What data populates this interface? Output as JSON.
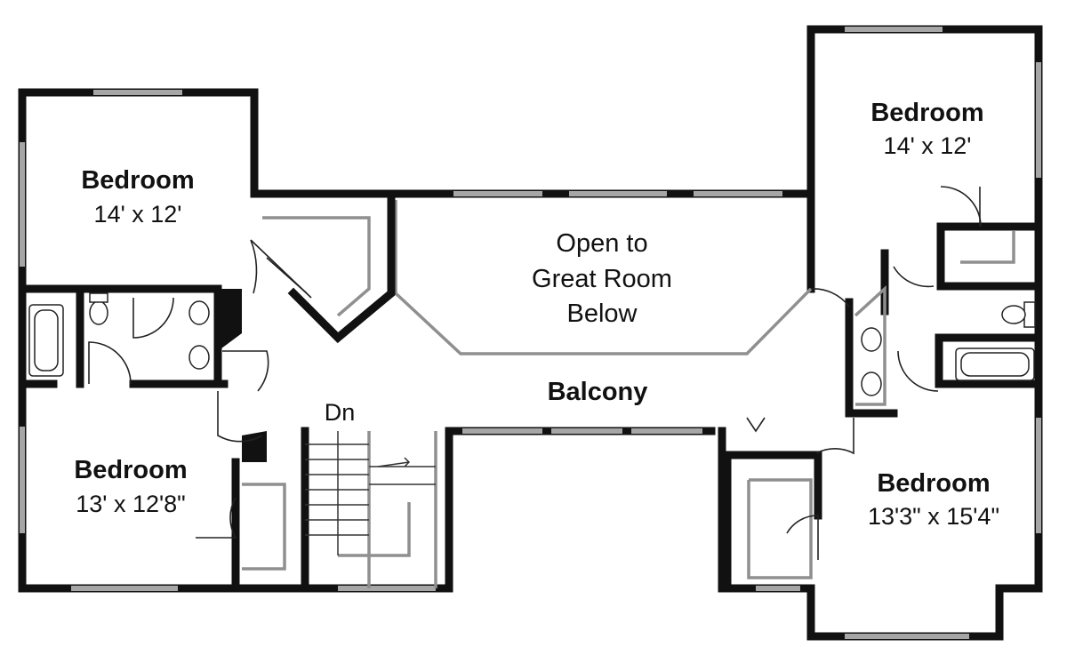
{
  "rooms": {
    "bedroom_nw": {
      "name": "Bedroom",
      "dims": "14' x 12'"
    },
    "bedroom_ne": {
      "name": "Bedroom",
      "dims": "14' x 12'"
    },
    "bedroom_sw": {
      "name": "Bedroom",
      "dims": "13' x 12'8\""
    },
    "bedroom_se": {
      "name": "Bedroom",
      "dims": "13'3\" x 15'4\""
    }
  },
  "open_to_below": {
    "line1": "Open to",
    "line2": "Great Room",
    "line3": "Below"
  },
  "balcony": "Balcony",
  "stairs_label": "Dn",
  "colors": {
    "wall": "#111111",
    "window": "#a6a6a6",
    "interior": "#8f8f8f"
  }
}
